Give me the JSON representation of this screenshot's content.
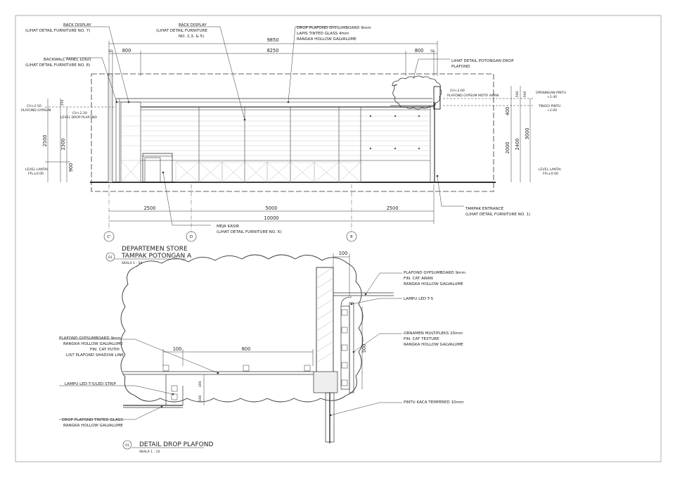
{
  "section_a": {
    "title_line1": "DEPARTEMEN STORE",
    "title_line2": "TAMPAK POTONGAN A",
    "number": "01",
    "scale": "SKALA    1 : 50",
    "top_dims": {
      "total": "9850",
      "left_small": "50",
      "left": "800",
      "mid": "8250",
      "right": "800",
      "right_small": "50"
    },
    "bottom_dims": {
      "a": "2500",
      "b": "5000",
      "c": "2500",
      "total": "10000"
    },
    "left_dims": {
      "a": "350",
      "b": "2500",
      "c": "2300",
      "d": "900"
    },
    "right_dims": {
      "a": "500",
      "b": "500",
      "c": "400",
      "d": "2000",
      "e": "2400",
      "f": "3000"
    },
    "grid": [
      "C'",
      "D",
      "E"
    ],
    "labels": {
      "rack1_l1": "RACK DISPLAY",
      "rack1_l2": "(LIHAT DETAIL FURNITURE NO. 7)",
      "rack2_l1": "RACK DISPLAY",
      "rack2_l2": "(LIHAT DETAIL FURNITURE",
      "rack2_l3": "NO. 2,3, & 5)",
      "drop_l1": "DROP PLAFOND GYPSUMBOARD 9mm",
      "drop_l2": "LAPIS TINTED GLASS 4mm",
      "drop_l3": "RANGKA HOLLOW GALVALUME",
      "back_l1": "BACKWALL PANEL LOGO",
      "back_l2": "(LIHAT DETAIL FURNITURE NO. 8)",
      "lihat_l1": "LIHAT DETAIL POTONGAN DROP",
      "lihat_l2": "PLAFOND",
      "ch300": "CH+3.00",
      "plafond_awan": "PLAFOND GYPSUM MOTIF AWAN",
      "bukaan_l1": "OPENINGAN PINTU",
      "bukaan_l2": "+2.40",
      "tinggi_l1": "TINGGI PINTU",
      "tinggi_l2": "+2.00",
      "ch250_l1": "CH+2.50",
      "ch250_l2": "PLAFOND GYPSUM",
      "ch230_l1": "CH+2.30",
      "ch230_l2": "LEVEL DROP PLAFOND",
      "lantai_l1": "LEVEL LANTAI",
      "lantai_l2": "FFL±0.00",
      "lantai_r1": "LEVEL LANTAI",
      "lantai_r2": "FFL±0.00",
      "entrance_l1": "TAMPAK ENTRANCE",
      "entrance_l2": "(LIHAT DETAIL FURNITURE NO. 1)",
      "kasir_l1": "MEJA KASIR",
      "kasir_l2": "(LIHAT DETAIL FURNITURE NO. 6)"
    }
  },
  "detail": {
    "title": "DETAIL DROP PLAFOND",
    "number": "01",
    "scale": "SKALA    1 : 10",
    "dims": {
      "top100": "100",
      "d100": "100",
      "d800": "800",
      "d500": "500",
      "v100a": "100",
      "v100b": "100"
    },
    "labels": {
      "pg_l1": "PLAFOND GYPSUMBOARD 9mm",
      "pg_l2": "FIN. CAT AWAN",
      "pg_l3": "RANGKA HOLLOW GALVALUME",
      "lampu_t5": "LAMPU LED T-5",
      "orn_l1": "ORNAMEN MULTIPLEKS 20mm",
      "orn_l2": "FIN. CAT TEXTURE",
      "orn_l3": "RANGKA HOLLOW GALVALUME",
      "kaca": "PINTU KACA TEMPERED 10mm",
      "pgl_l1": "PLAFOND GYPSUMBOARD  9mm",
      "pgl_l2": "RANGKA HOLLOW GALVALUME",
      "pgl_l3": "FIN. CAT PUTIH",
      "pgl_l4": "LIST PLAFOND SHADOW LINE",
      "lampu_strip": "LAMPU LED T-5/LED STRIP",
      "drop_l1": "DROP PLAFOND TINTED GLASS",
      "drop_l2": "RANGKA HOLLOW GALVALUME"
    }
  }
}
